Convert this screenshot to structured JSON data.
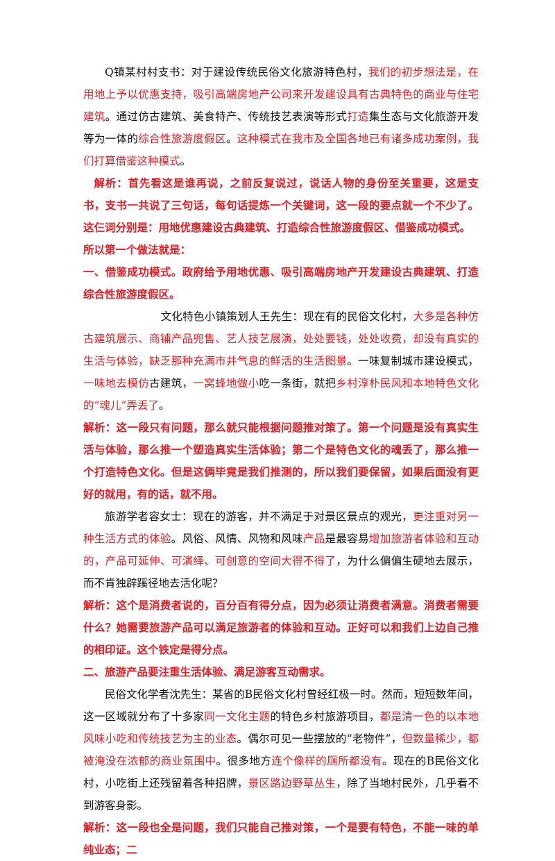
{
  "paragraphs": [
    {
      "id": "p1",
      "type": "quote",
      "indent": "normal",
      "segments": [
        {
          "text": "Q镇某村村支书：对于建设传统民俗文化旅游特色村，",
          "red": false
        },
        {
          "text": "我们的初步想法是，在用地上予以优惠支持，吸引高端房地产公司来开发建设具有古典特色的商业与住宅建筑",
          "red": true
        },
        {
          "text": "。通过仿古建筑、美食特产、传统技艺表演等形式",
          "red": false
        },
        {
          "text": "打造",
          "red": true
        },
        {
          "text": "集生态与文化旅游开发等为一体的",
          "red": false
        },
        {
          "text": "综合性旅游度假区",
          "red": true
        },
        {
          "text": "。",
          "red": false
        },
        {
          "text": "这种模式在我市及全国各地已有诸多成功案例，我们打算借鉴这种模式",
          "red": true
        },
        {
          "text": "。",
          "red": false
        }
      ]
    },
    {
      "id": "a1",
      "type": "analysis",
      "indent": "first",
      "text": "解析：首先看这是谁再说，之前反复说过，说话人物的身份至关重要，这是支书，支书一共说了三句话，每句话提炼一个关键词，这一段的要点就一个不少了。这仨词分别是：用地优惠建设古典建筑、打造综合性旅游度假区、借鉴成功模式。"
    },
    {
      "id": "h0",
      "type": "heading",
      "text": "所以第一个做法就是："
    },
    {
      "id": "h1",
      "type": "heading",
      "text": "一、借鉴成功模式。政府给予用地优惠、吸引高端房地产开发建设古典建筑、打造综合性旅游度假区。"
    },
    {
      "id": "p2",
      "type": "quote",
      "indent": "wide",
      "segments": [
        {
          "text": "文化特色小镇策划人王先生：现在有的民俗文化村，",
          "red": false
        },
        {
          "text": "大多是各种仿古建筑展示、商铺产品兜售、艺人技艺展演",
          "red": true
        },
        {
          "text": "，处处要钱，处处收费，却没有真实的生活与体验，缺乏那种充满市井气息的鲜活的生活图景",
          "red": true
        },
        {
          "text": "。一味复制",
          "red": false
        },
        {
          "text": "城市建设模式，",
          "red": false
        },
        {
          "text": "一味地去模仿",
          "red": true
        },
        {
          "text": "古建筑，",
          "red": false
        },
        {
          "text": "一窝蜂地做小",
          "red": true
        },
        {
          "text": "吃一条街，就把",
          "red": false
        },
        {
          "text": "乡村淳朴民风和本地特色文化的“魂儿”弄丢了",
          "red": true
        },
        {
          "text": "。",
          "red": false
        }
      ]
    },
    {
      "id": "a2",
      "type": "analysis",
      "indent": "none",
      "text": "解析：这一段只有问题，那么就只能根据问题推对策了。第一个问题是没有真实生活与体验，那么推一个塑造真实生活体验；第二个是特色文化的魂丢了，那么推一个打造特色文化。但是这俩毕竟是我们推测的，所以我们要保留，如果后面没有更好的就用，有的话，就不用。"
    },
    {
      "id": "p3",
      "type": "quote",
      "indent": "normal",
      "segments": [
        {
          "text": "旅游学者容女士：现在的游客，并不满足于对景区景点的观光，",
          "red": false
        },
        {
          "text": "更注重对另一种生活方式的体验",
          "red": true
        },
        {
          "text": "。风俗、风情、风物和风味",
          "red": false
        },
        {
          "text": "产品",
          "red": true
        },
        {
          "text": "是最容易",
          "red": false
        },
        {
          "text": "增加旅游者体验和互动的，产品可延伸、可演绎、可创意的空间大得不得了",
          "red": true
        },
        {
          "text": "，为什么偏偏生硬地去展示，而不肯独辟蹊径地去活化呢？",
          "red": false
        }
      ]
    },
    {
      "id": "a3",
      "type": "analysis",
      "indent": "none",
      "text": "解析：这个是消费者说的，百分百有得分点，因为必须让消费者满意。消费者需要什么？她需要旅游产品可以满足旅游者的体验和互动。正好可以和我们上边自己推的相印证。这个铁定是得分点。"
    },
    {
      "id": "h2",
      "type": "heading",
      "text": "二、旅游产品要注重生活体验、满足游客互动需求。"
    },
    {
      "id": "p4",
      "type": "quote",
      "indent": "normal",
      "segments": [
        {
          "text": "民俗文化学者沈先生：某省的B民俗文化村曾经红极一时。然而，短短数年间，这一区域就分布了十多家",
          "red": false
        },
        {
          "text": "同一文化主题",
          "red": true
        },
        {
          "text": "的特色乡村旅游项目，",
          "red": false
        },
        {
          "text": "都是清一色的以本地风味小吃和传统技艺为主的业态",
          "red": true
        },
        {
          "text": "。偶尔可见一些摆放的“老物件”，",
          "red": false
        },
        {
          "text": "但数量稀少，都被淹没在浓郁的商业氛围中",
          "red": true
        },
        {
          "text": "。很多地方",
          "red": false
        },
        {
          "text": "连个像样的厕所都没有",
          "red": true
        },
        {
          "text": "。现在的B民俗文化村，小吃街上还残留着各种招牌，",
          "red": false
        },
        {
          "text": "景区路边野草丛生",
          "red": true
        },
        {
          "text": "，除了当地村民外，几乎看不到游客身影。",
          "red": false
        }
      ]
    },
    {
      "id": "a4",
      "type": "analysis",
      "indent": "none",
      "text": "解析：这一段也全是问题，我们只能自己推对策，一个是要有特色，不能一味的单纯业态；二"
    }
  ]
}
